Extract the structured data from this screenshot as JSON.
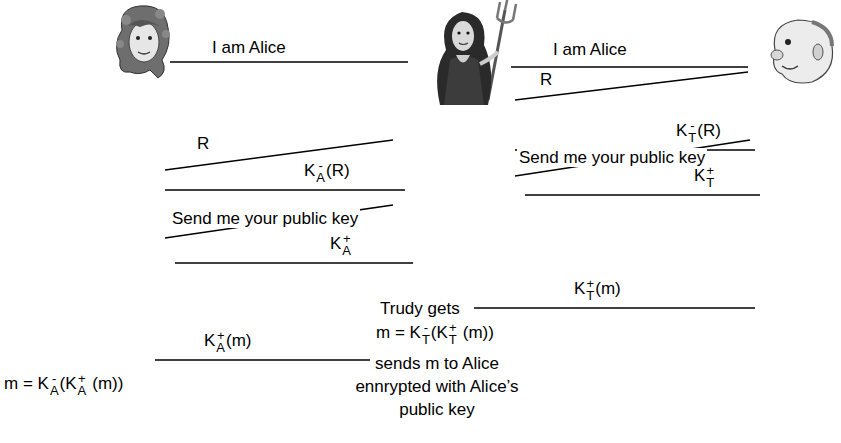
{
  "diagram": {
    "labels": [
      "I am Alice",
      "I am Alice",
      "R",
      "K",
      "-",
      "T",
      "(R)",
      "Send me your public key",
      "R",
      "K",
      "-",
      "A",
      "(R)",
      "K",
      "+",
      "T",
      "Send me your public key",
      "K",
      "+",
      "A",
      "Trudy gets",
      "K",
      "+",
      "T",
      "(m)",
      "m = K",
      "-",
      "T",
      "(K",
      "+",
      "T",
      "(m))",
      "K",
      "+",
      "A",
      "(m)",
      "sends m to Alice ennrypted with Alice’s public key",
      "m = K",
      "-",
      "A",
      "(K",
      "+",
      "A",
      "(m))"
    ]
  }
}
